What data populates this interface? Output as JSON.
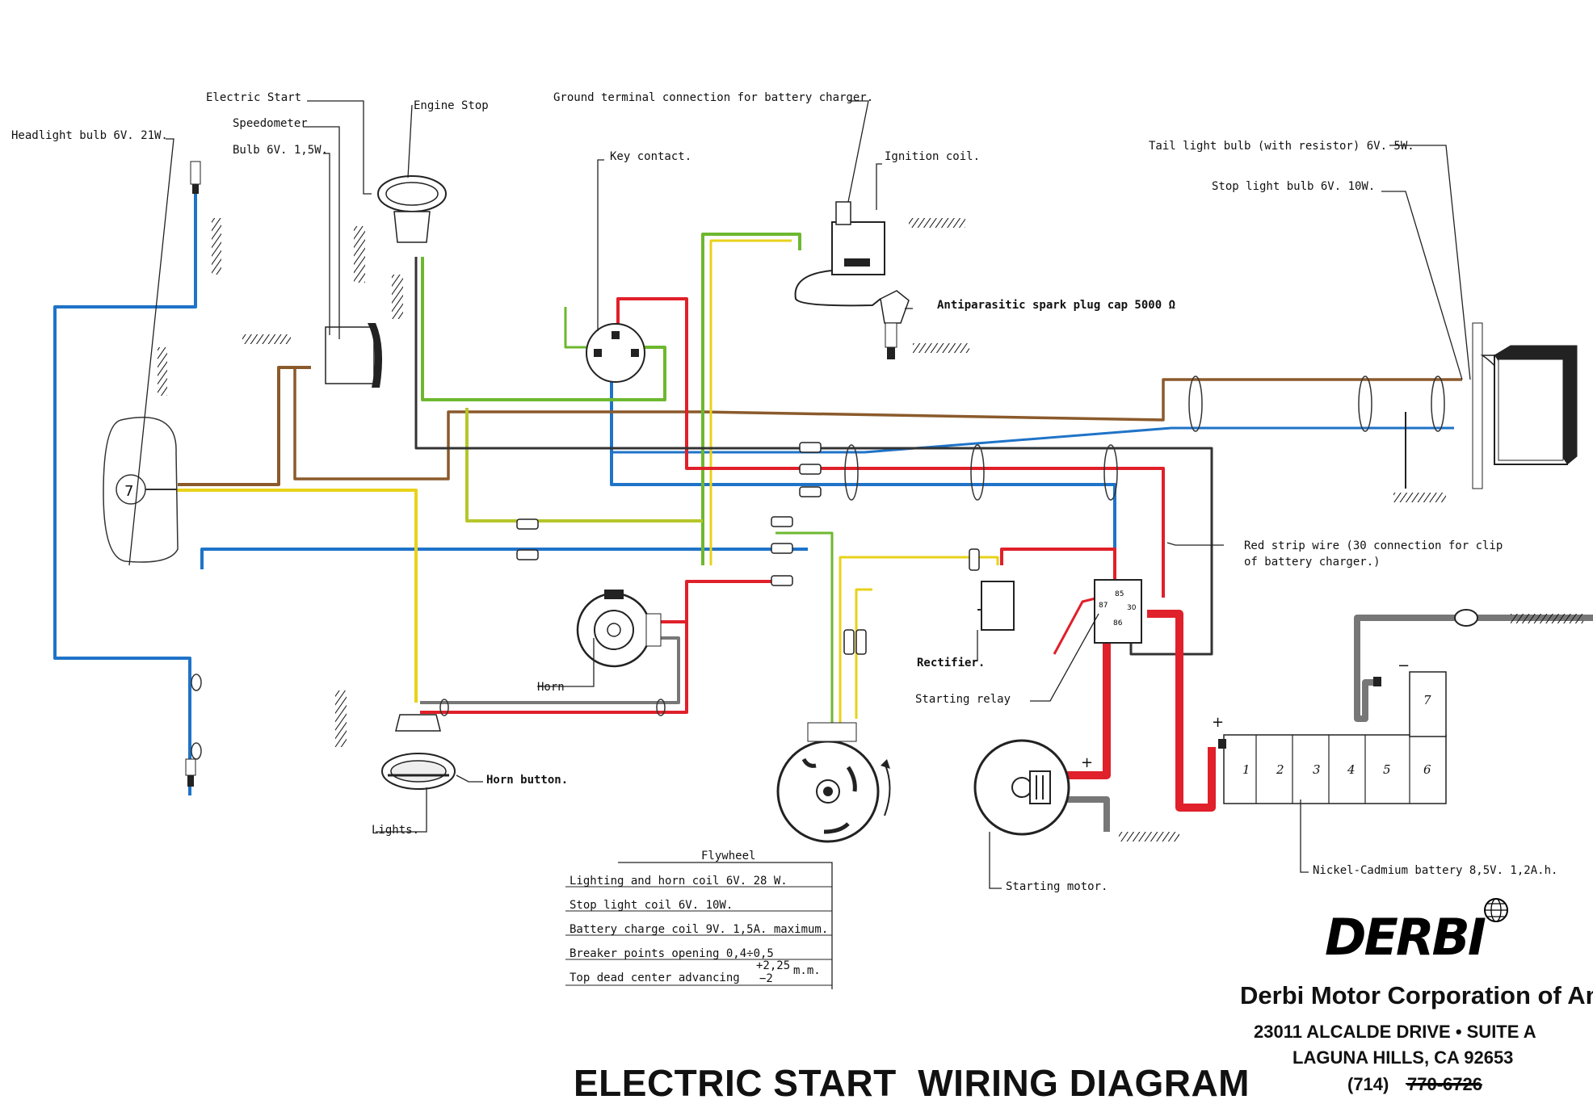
{
  "labels": {
    "headlight_bulb": "Headlight bulb 6V. 21W.",
    "electric_start": "Electric Start",
    "speedometer": "Speedometer",
    "speedo_bulb": "Bulb 6V. 1,5W.",
    "engine_stop": "Engine Stop",
    "ground_terminal": "Ground terminal connection for battery charger.",
    "key_contact": "Key contact.",
    "ignition_coil": "Ignition coil.",
    "spark_plug_cap": "Antiparasitic spark plug cap 5000 Ω",
    "tail_light": "Tail light bulb (with resistor) 6V. 5W.",
    "stop_light": "Stop light bulb 6V. 10W.",
    "red_strip_1": "Red strip wire (30 connection for clip",
    "red_strip_2": "of battery charger.)",
    "rectifier": "Rectifier.",
    "starting_relay": "Starting relay",
    "horn": "Horn",
    "horn_button": "Horn button.",
    "lights": "Lights.",
    "starting_motor": "Starting motor.",
    "nicad_battery": "Nickel-Cadmium battery 8,5V. 1,2A.h.",
    "minus": "−",
    "plus": "+"
  },
  "battery_cells": [
    "1",
    "2",
    "3",
    "4",
    "5",
    "6",
    "7"
  ],
  "flywheel_specs": {
    "header": "Flywheel",
    "rows": [
      "Lighting and horn coil 6V. 28 W.",
      "Stop light coil 6V. 10W.",
      "Battery charge coil 9V. 1,5A. maximum.",
      "Breaker points opening 0,4÷0,5",
      "Top dead center advancing"
    ],
    "advance_plus": "+2,25",
    "advance_minus": "−2",
    "advance_unit": "m.m."
  },
  "title": "ELECTRIC START  WIRING DIAGRAM",
  "company": {
    "logo": "DERBI",
    "name": "Derbi Motor Corporation of America",
    "address1": "23011 ALCALDE DRIVE • SUITE A",
    "address2": "LAGUNA HILLS, CA 92653",
    "phone_prefix": "(714)",
    "phone_struck": "770-6726"
  },
  "colors": {
    "blue": "#1f73c8",
    "brown": "#8b5a2b",
    "yellow": "#e8d21a",
    "green": "#6db82f",
    "red": "#e0202a",
    "grey": "#8a8a8a",
    "black": "#222222"
  }
}
